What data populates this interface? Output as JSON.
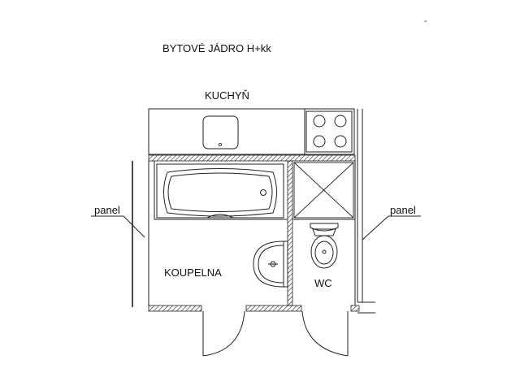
{
  "diagram": {
    "title": "BYTOVÉ JÁDRO H+kk",
    "kitchen_label": "KUCHYŇ",
    "bathroom_label": "KOUPELNA",
    "wc_label": "WC",
    "panel_left_label": "panel",
    "panel_right_label": "panel",
    "corner_mark": "-"
  },
  "colors": {
    "line": "#222222",
    "wall_hatch": "#333333",
    "background": "#ffffff"
  }
}
